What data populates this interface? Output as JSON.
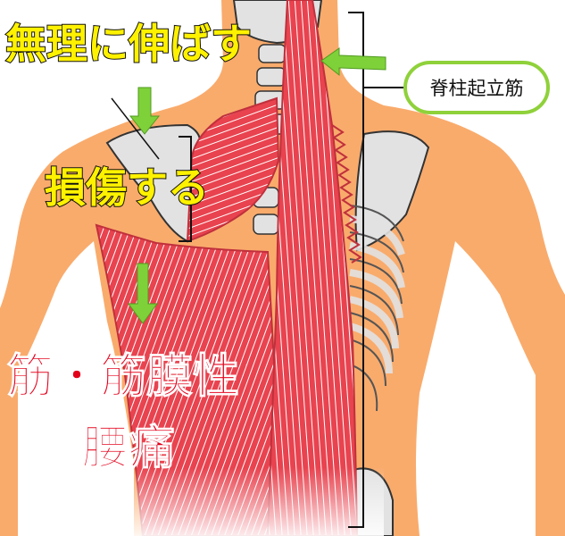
{
  "labels": {
    "stretch": "無理に伸ばす",
    "injury": "損傷する",
    "cause_line1": "筋・筋膜性",
    "cause_line2": "腰痛",
    "muscle": "脊柱起立筋"
  },
  "colors": {
    "skin": "#f9ab6c",
    "bone": "#e2e2e2",
    "muscle": "#e8434f",
    "arrow": "#7fd13a",
    "label_yellow": "#fff200",
    "label_red": "#e3001b"
  },
  "icons": {
    "arrow": "green-arrow-icon"
  }
}
